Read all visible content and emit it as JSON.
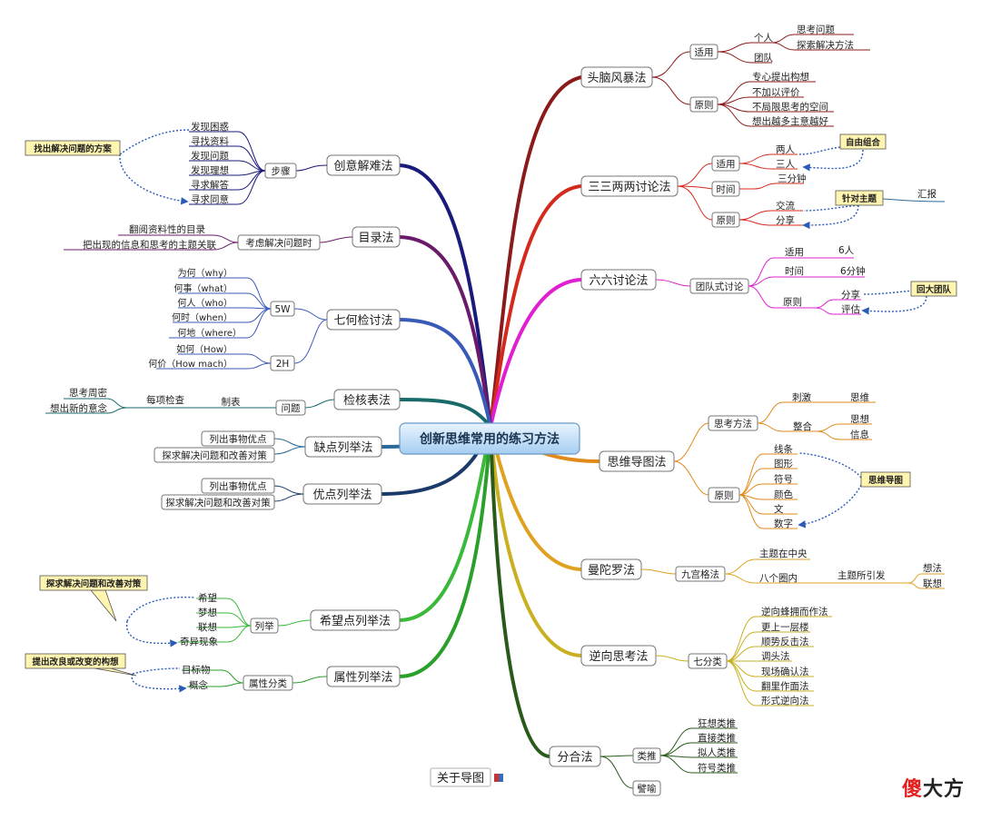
{
  "center": "创新思维常用的练习方法",
  "colors": {
    "brainstorm": "#8b1a1a",
    "sansan": "#d42a1e",
    "liuliu": "#e020d0",
    "mindmap": "#e08a1a",
    "mandala": "#e0a020",
    "reverse": "#c8b020",
    "fenhe": "#2a5a1a",
    "chuangyi": "#1a1a7a",
    "mulu": "#6a1a6a",
    "qihe": "#3a5ab8",
    "jianhe": "#1a6a6a",
    "quedian": "#2a6a9a",
    "youdian": "#1a3a6a",
    "xiwang": "#3ab83a",
    "shuxing": "#2aa02a",
    "callout": "#2a5ab8",
    "callout_bg": "#fff5b0"
  },
  "branches": {
    "brainstorm": {
      "title": "头脑风暴法",
      "shiyong": "适用",
      "geren": "个人",
      "g1": "思考问题",
      "g2": "探索解决方法",
      "tuandui": "团队",
      "yuanze": "原则",
      "y1": "专心提出构想",
      "y2": "不加以评价",
      "y3": "不局限思考的空间",
      "y4": "想出越多主意越好"
    },
    "sansan": {
      "title": "三三两两讨论法",
      "shiyong": "适用",
      "liangren": "两人",
      "sanren": "三人",
      "callout": "自由组合",
      "shijian": "时间",
      "sanfenzhong": "三分钟",
      "yuanze": "原则",
      "jiaoliu": "交流",
      "fenxiang": "分享",
      "callout2": "针对主题",
      "huibao": "汇报"
    },
    "liuliu": {
      "title": "六六讨论法",
      "sub": "团队式讨论",
      "shiyong": "适用",
      "liuren": "6人",
      "shijian": "时间",
      "liufenzhong": "6分钟",
      "yuanze": "原则",
      "fenxiang": "分享",
      "pinggu": "评估",
      "callout": "回大团队"
    },
    "mindmap": {
      "title": "思维导图法",
      "siwei": "思考方法",
      "cijin": "刺激",
      "siwei2": "思维",
      "zhenghe": "整合",
      "sixiang": "思想",
      "xinxi": "信息",
      "yuanze": "原则",
      "items": [
        "线条",
        "图形",
        "符号",
        "颜色",
        "文",
        "数字"
      ],
      "callout": "思维导图"
    },
    "mandala": {
      "title": "曼陀罗法",
      "sub": "九宫格法",
      "a": "主题在中央",
      "b": "八个圈内",
      "c": "主题所引发",
      "d": "想法",
      "e": "联想"
    },
    "reverse": {
      "title": "逆向思考法",
      "sub": "七分类",
      "items": [
        "逆向蜂拥而作法",
        "更上一层楼",
        "顺势反击法",
        "调头法",
        "现场确认法",
        "翻里作面法",
        "形式逆向法"
      ]
    },
    "fenhe": {
      "title": "分合法",
      "leitui": "类推",
      "items": [
        "狂想类推",
        "直接类推",
        "拟人类推",
        "符号类推"
      ],
      "biyu": "譬喻"
    },
    "chuangyi": {
      "title": "创意解难法",
      "sub": "步骤",
      "items": [
        "发现困惑",
        "寻找资料",
        "发现问题",
        "发现理想",
        "寻求解答",
        "寻求同意"
      ],
      "callout": "找出解决问题的方案"
    },
    "mulu": {
      "title": "目录法",
      "sub": "考虑解决问题时",
      "a": "翻阅资料性的目录",
      "b": "把出现的信息和思考的主题关联"
    },
    "qihe": {
      "title": "七何检讨法",
      "fivew": "5W",
      "w": [
        "为何（why）",
        "何事（what）",
        "何人（who）",
        "何时（when）",
        "何地（where）"
      ],
      "twoh": "2H",
      "h": [
        "如何（How）",
        "何价（How mach）"
      ]
    },
    "jianhe": {
      "title": "检核表法",
      "wenti": "问题",
      "zhibiao": "制表",
      "meixiang": "每项检查",
      "a": "思考周密",
      "b": "想出新的意念"
    },
    "quedian": {
      "title": "缺点列举法",
      "a": "列出事物优点",
      "b": "探求解决问题和改善对策"
    },
    "youdian": {
      "title": "优点列举法",
      "a": "列出事物优点",
      "b": "探求解决问题和改善对策"
    },
    "xiwang": {
      "title": "希望点列举法",
      "sub": "列举",
      "items": [
        "希望",
        "梦想",
        "联想",
        "奇异现象"
      ],
      "callout": "探求解决问题和改善对策"
    },
    "shuxing": {
      "title": "属性列举法",
      "sub": "属性分类",
      "a": "目标物",
      "b": "概念",
      "callout": "提出改良或改变的构想"
    }
  },
  "footer": {
    "about": "关于导图"
  },
  "watermark": {
    "a": "傻",
    "b": "大方"
  }
}
